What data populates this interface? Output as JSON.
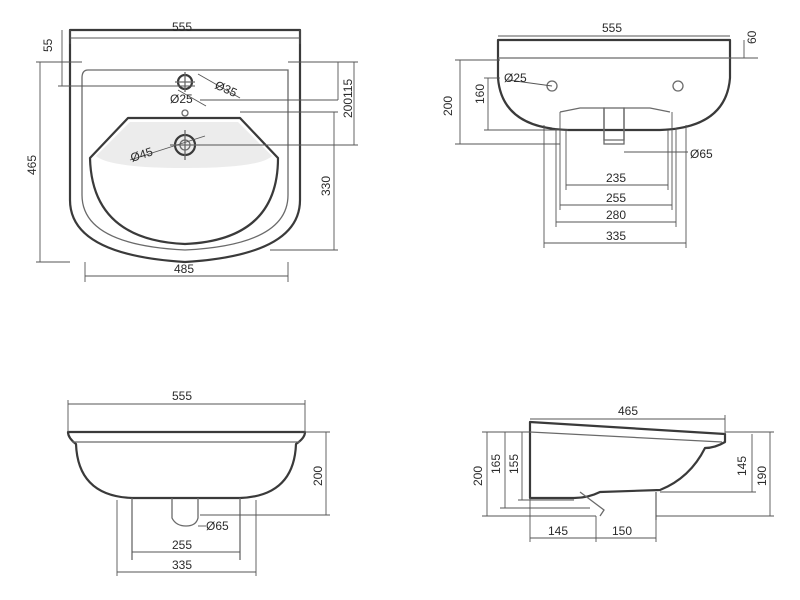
{
  "views": {
    "top": {
      "width": "555",
      "depth": "465",
      "basin_width": "485",
      "margin_top": "55",
      "to_tap": "115",
      "to_drain": "200",
      "basin_depth": "330",
      "tap_dia": "Ø35",
      "overflow_dia": "Ø25",
      "drain_dia": "Ø45"
    },
    "front": {
      "width": "555",
      "rim": "60",
      "height": "200",
      "hole_height": "160",
      "overflow_dia": "Ø25",
      "waste_dia": "Ø65",
      "w235": "235",
      "w255": "255",
      "w280": "280",
      "w335": "335"
    },
    "back": {
      "width": "555",
      "height": "200",
      "waste_dia": "Ø65",
      "w255": "255",
      "w335": "335"
    },
    "side": {
      "depth": "465",
      "h200": "200",
      "h165": "165",
      "h155": "155",
      "h145": "145",
      "h190": "190",
      "d145": "145",
      "d150": "150"
    }
  }
}
